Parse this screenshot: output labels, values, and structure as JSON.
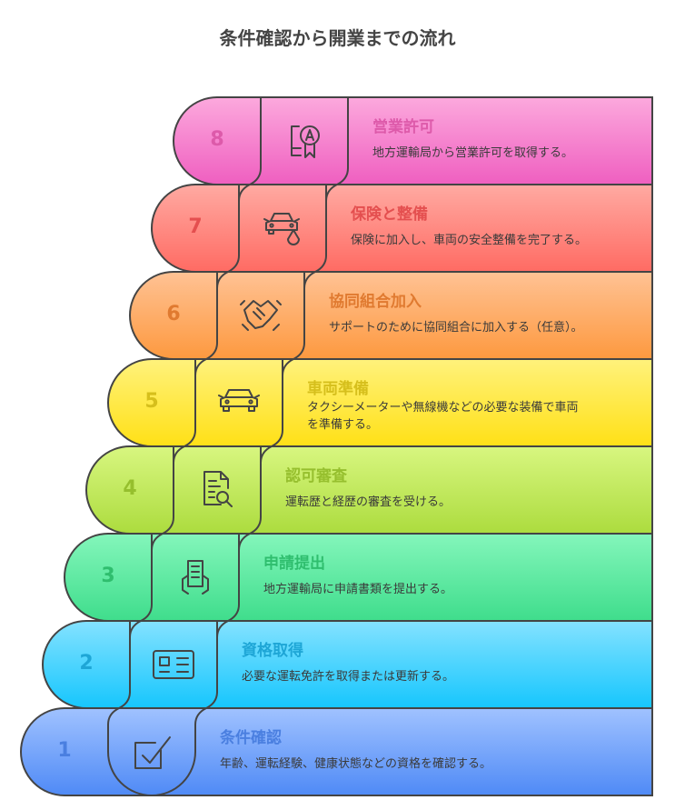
{
  "title": "条件確認から開業までの流れ",
  "steps": [
    {
      "num": "8",
      "title": "営業許可",
      "desc": "地方運輸局から営業許可を取得する。",
      "icon": "certificate-award-icon",
      "top": "#fca9dd",
      "bottom": "#ef5fc0",
      "accent": "#dd5aaa"
    },
    {
      "num": "7",
      "title": "保険と整備",
      "desc": "保険に加入し、車両の安全整備を完了する。",
      "icon": "car-oil-drop-icon",
      "top": "#ffaaa2",
      "bottom": "#ff6b63",
      "accent": "#e44f4f"
    },
    {
      "num": "6",
      "title": "協同組合加入",
      "desc": "サポートのために協同組合に加入する（任意）。",
      "icon": "handshake-icon",
      "top": "#ffc294",
      "bottom": "#fd993f",
      "accent": "#e07a30"
    },
    {
      "num": "5",
      "title": "車両準備",
      "desc": "タクシーメーターや無線機などの必要な装備で車両を準備する。",
      "icon": "car-icon",
      "top": "#fff27c",
      "bottom": "#ffe016",
      "accent": "#d6bf1c"
    },
    {
      "num": "4",
      "title": "認可審査",
      "desc": "運転歴と経歴の審査を受ける。",
      "icon": "document-search-icon",
      "top": "#d8f680",
      "bottom": "#acdc3e",
      "accent": "#96bf2e"
    },
    {
      "num": "3",
      "title": "申請提出",
      "desc": "地方運輸局に申請書類を提出する。",
      "icon": "hand-document-icon",
      "top": "#84f6bb",
      "bottom": "#3fdd8c",
      "accent": "#2fbe6e"
    },
    {
      "num": "2",
      "title": "資格取得",
      "desc": "必要な運転免許を取得または更新する。",
      "icon": "id-card-icon",
      "top": "#84e2ff",
      "bottom": "#16c6fd",
      "accent": "#1ea6d6"
    },
    {
      "num": "1",
      "title": "条件確認",
      "desc": "年齢、運転経験、健康状態などの資格を確認する。",
      "icon": "checkbox-icon",
      "top": "#a0c2ff",
      "bottom": "#4f8af6",
      "accent": "#4a7fe0"
    }
  ]
}
